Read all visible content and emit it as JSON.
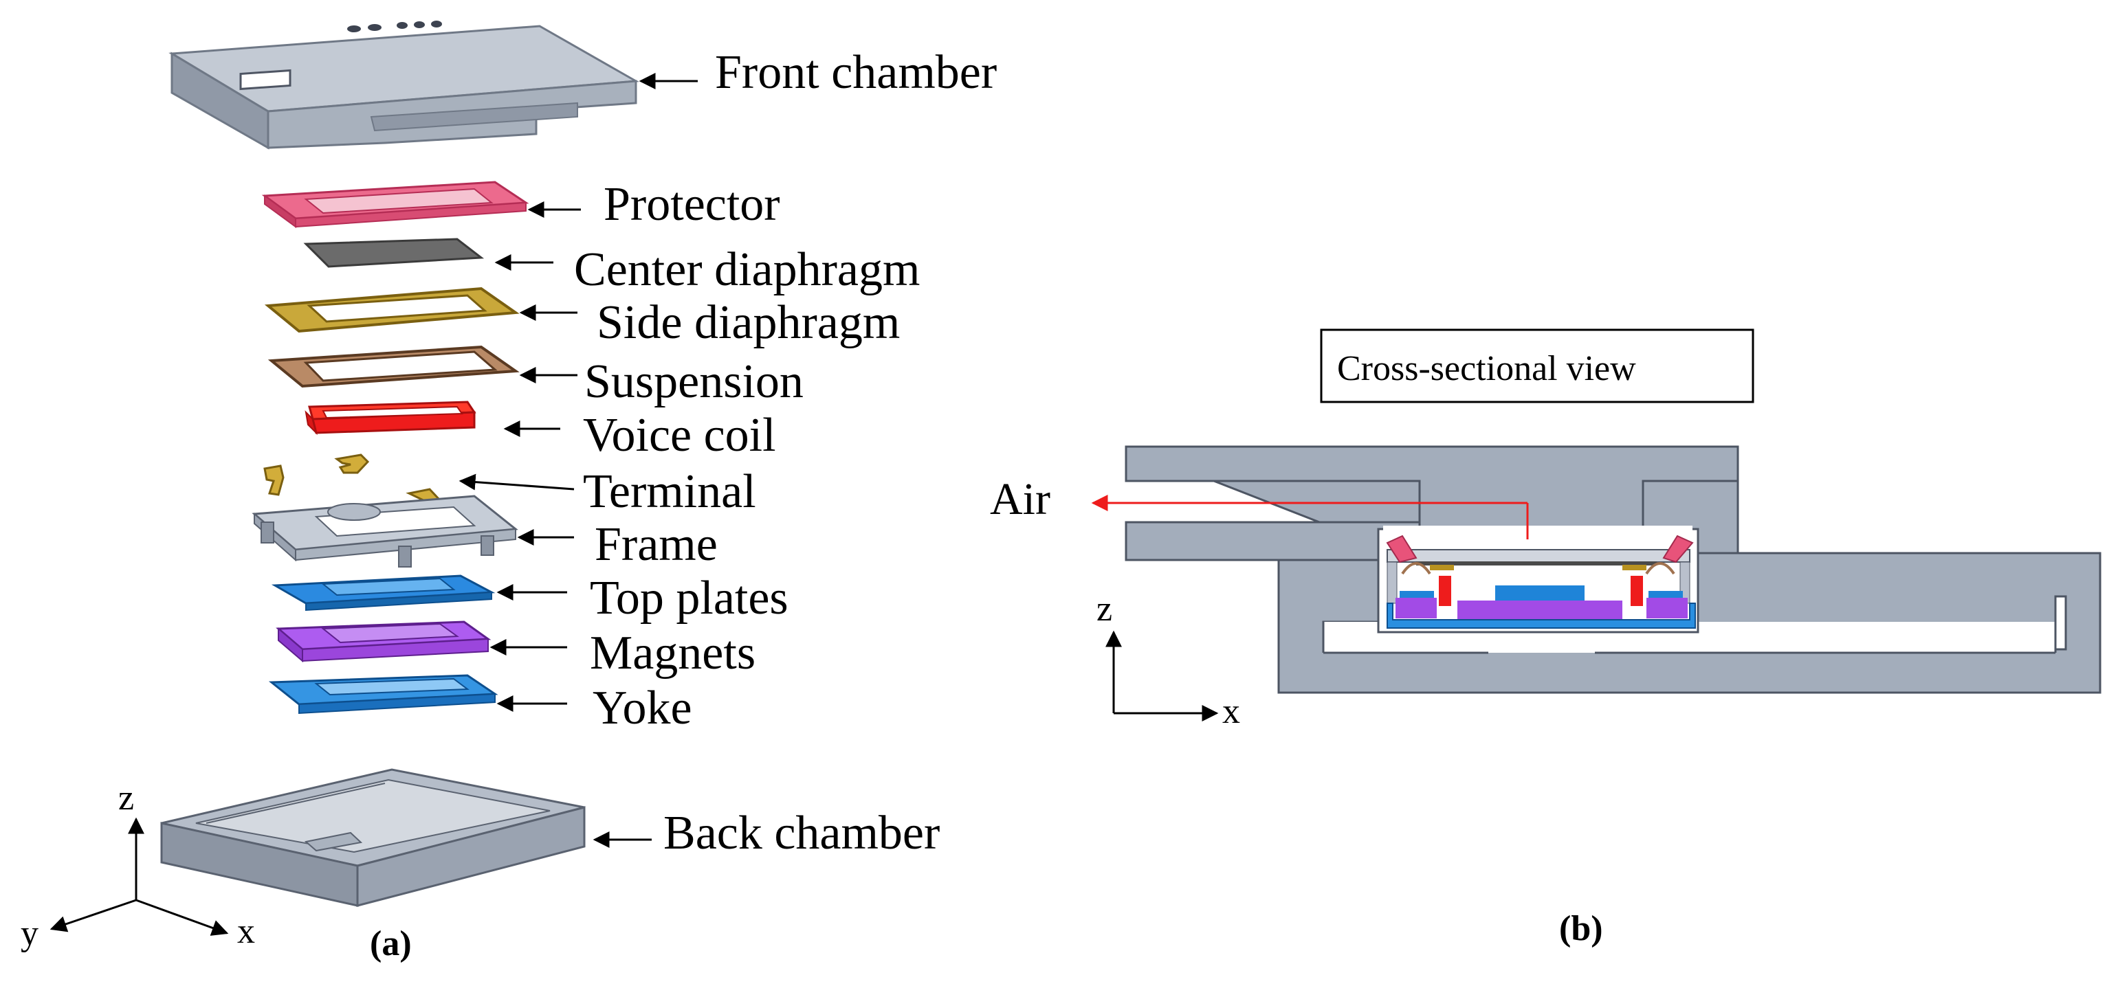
{
  "exploded_view": {
    "parts": [
      {
        "id": "front-chamber",
        "label": "Front chamber"
      },
      {
        "id": "protector",
        "label": "Protector"
      },
      {
        "id": "center-diaphragm",
        "label": "Center diaphragm"
      },
      {
        "id": "side-diaphragm",
        "label": "Side diaphragm"
      },
      {
        "id": "suspension",
        "label": "Suspension"
      },
      {
        "id": "voice-coil",
        "label": "Voice coil"
      },
      {
        "id": "terminal",
        "label": "Terminal"
      },
      {
        "id": "frame",
        "label": "Frame"
      },
      {
        "id": "top-plates",
        "label": "Top plates"
      },
      {
        "id": "magnets",
        "label": "Magnets"
      },
      {
        "id": "yoke",
        "label": "Yoke"
      },
      {
        "id": "back-chamber",
        "label": "Back chamber"
      }
    ],
    "axes": {
      "z": "z",
      "y": "y",
      "x": "x"
    },
    "panel_label": "(a)"
  },
  "cross_section": {
    "title": "Cross-sectional view",
    "air_label": "Air",
    "axes": {
      "z": "z",
      "x": "x"
    },
    "panel_label": "(b)"
  },
  "colors": {
    "housing": "#a3adbb",
    "housing_dark": "#7d8796",
    "protector": "#e8537a",
    "voice_coil": "#ee1c1c",
    "side_diaphragm": "#b8921f",
    "suspension": "#a0724f",
    "top_plates": "#1f84d8",
    "magnets": "#a24be6",
    "yoke": "#2a8fe0",
    "center_diaphragm": "#6b6b6b",
    "air_arrow": "#ee1c1c",
    "frame": "#b9c0cc"
  }
}
